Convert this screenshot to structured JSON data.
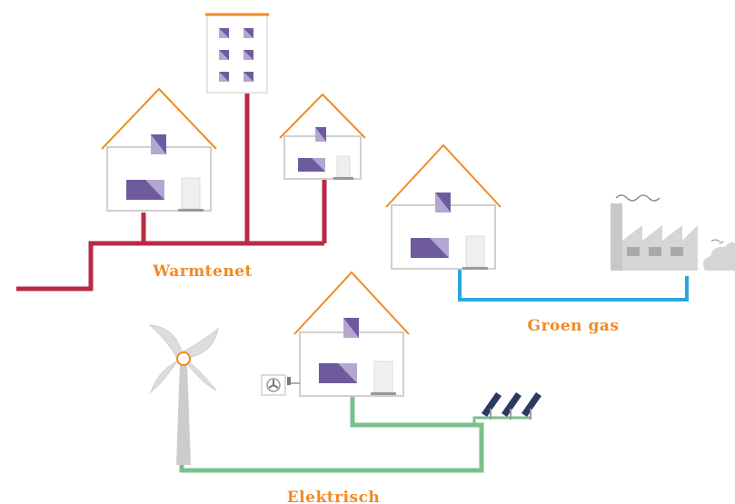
{
  "labels": {
    "warmtenet": "Warmtenet",
    "groen_gas": "Groen gas",
    "elektrisch": "Elektrisch"
  },
  "colors": {
    "warmtenet_line": "#b82a45",
    "groen_gas_line": "#2aa7dc",
    "elektrisch_line": "#79c18d",
    "roof": "#f08a24",
    "label": "#f08a24",
    "window_dark": "#6e5b9e",
    "window_light": "#b3a7d1",
    "house_outline": "#cfcfcf",
    "turbine": "#cccccc",
    "factory": "#c8c8c8"
  },
  "icons": [
    "house-icon",
    "apartment-building-icon",
    "factory-icon",
    "wind-turbine-icon",
    "heat-pump-icon",
    "solar-panel-icon",
    "cloud-icon"
  ]
}
